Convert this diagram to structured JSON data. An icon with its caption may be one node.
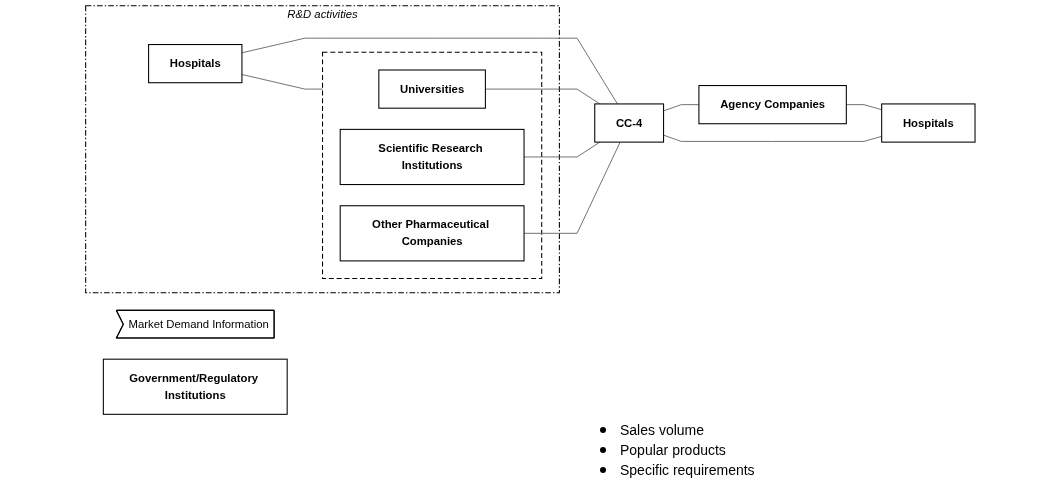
{
  "diagram": {
    "nodes": [
      {
        "text": [
          "R&D activities"
        ]
      },
      {
        "text": [
          "Hospitals"
        ],
        "in": 0
      },
      {
        "text": [],
        "shape": "box",
        "in": 0
      },
      {
        "text": [
          "Universities"
        ],
        "in": 2
      },
      {
        "text": [
          "Scientific Research Institutions"
        ],
        "in": 2
      },
      {
        "text": [
          "Other Pharmaceutical Companies"
        ],
        "in": 2
      },
      {
        "text": [
          "CC-4"
        ]
      },
      {
        "text": [
          "Agency Companies"
        ]
      },
      {
        "text": [
          "Hospitals"
        ]
      },
      {
        "text": [
          "Market Demand Information"
        ]
      },
      {
        "text": [
          "Government/Regulatory Institutions"
        ]
      }
    ],
    "edges": [
      {
        "from": 1,
        "to": 2,
        "arrow": "none"
      },
      {
        "from": 1,
        "to": 6,
        "arrow": "none"
      },
      {
        "from": 3,
        "to": 6,
        "arrow": "none"
      },
      {
        "from": 4,
        "to": 6,
        "arrow": "none"
      },
      {
        "from": 5,
        "to": 6,
        "arrow": "none"
      },
      {
        "from": 6,
        "to": 7,
        "arrow": "none"
      },
      {
        "from": 7,
        "to": 8,
        "arrow": "none"
      },
      {
        "from": 6,
        "to": 8,
        "arrow": "none"
      }
    ],
    "labels": [
      "Sales volume",
      "Popular products",
      "Specific requirements"
    ]
  }
}
